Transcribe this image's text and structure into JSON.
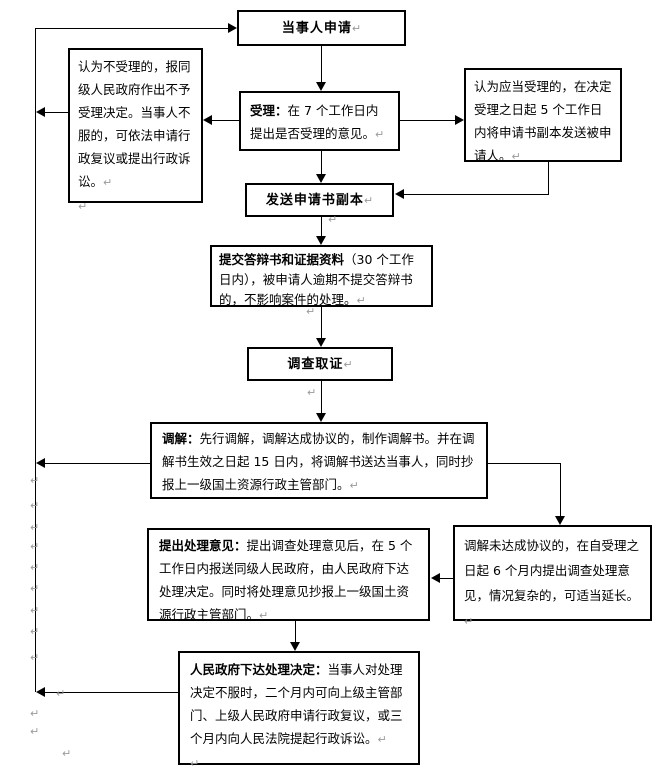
{
  "colors": {
    "background": "#ffffff",
    "box_border": "#000000",
    "connector": "#000000",
    "text": "#000000",
    "format_mark": "#9a9a9a"
  },
  "marks": {
    "pilcrow": "↵"
  },
  "nodes": {
    "apply": {
      "label": "当事人申请"
    },
    "notAccept": {
      "text": "认为不受理的，报同级人民政府作出不予受理决定。当事人不服的，可依法申请行政复议或提出行政诉讼。"
    },
    "accept": {
      "lead": "受理：",
      "text": "在 7 个工作日内提出是否受理的意见。"
    },
    "shouldAccept": {
      "text": "认为应当受理的，在决定受理之日起 5 个工作日内将申请书副本发送被申请人。"
    },
    "sendCopy": {
      "label": "发送申请书副本"
    },
    "defense": {
      "lead": "提交答辩书和证据资料",
      "text": "（30 个工作日内），被申请人逾期不提交答辩书的，不影响案件的处理。"
    },
    "investigate": {
      "label": "调查取证"
    },
    "mediate": {
      "lead": "调解：",
      "text": "先行调解，调解达成协议的，制作调解书。并在调解书生效之日起 15 日内，将调解书送达当事人，同时抄报上一级国土资源行政主管部门。"
    },
    "opinion": {
      "lead": "提出处理意见：",
      "text": "提出调查处理意见后，在 5 个工作日内报送同级人民政府，由人民政府下达处理决定。同时将处理意见抄报上一级国土资源行政主管部门。"
    },
    "noAgreement": {
      "text": "调解未达成协议的，在自受理之日起 6 个月内提出调查处理意见，情况复杂的，可适当延长。"
    },
    "decision": {
      "lead": "人民政府下达处理决定：",
      "text": "当事人对处理决定不服时，二个月内可向上级主管部门、上级人民政府申请行政复议，或三个月内向人民法院提起行政诉讼。"
    }
  }
}
